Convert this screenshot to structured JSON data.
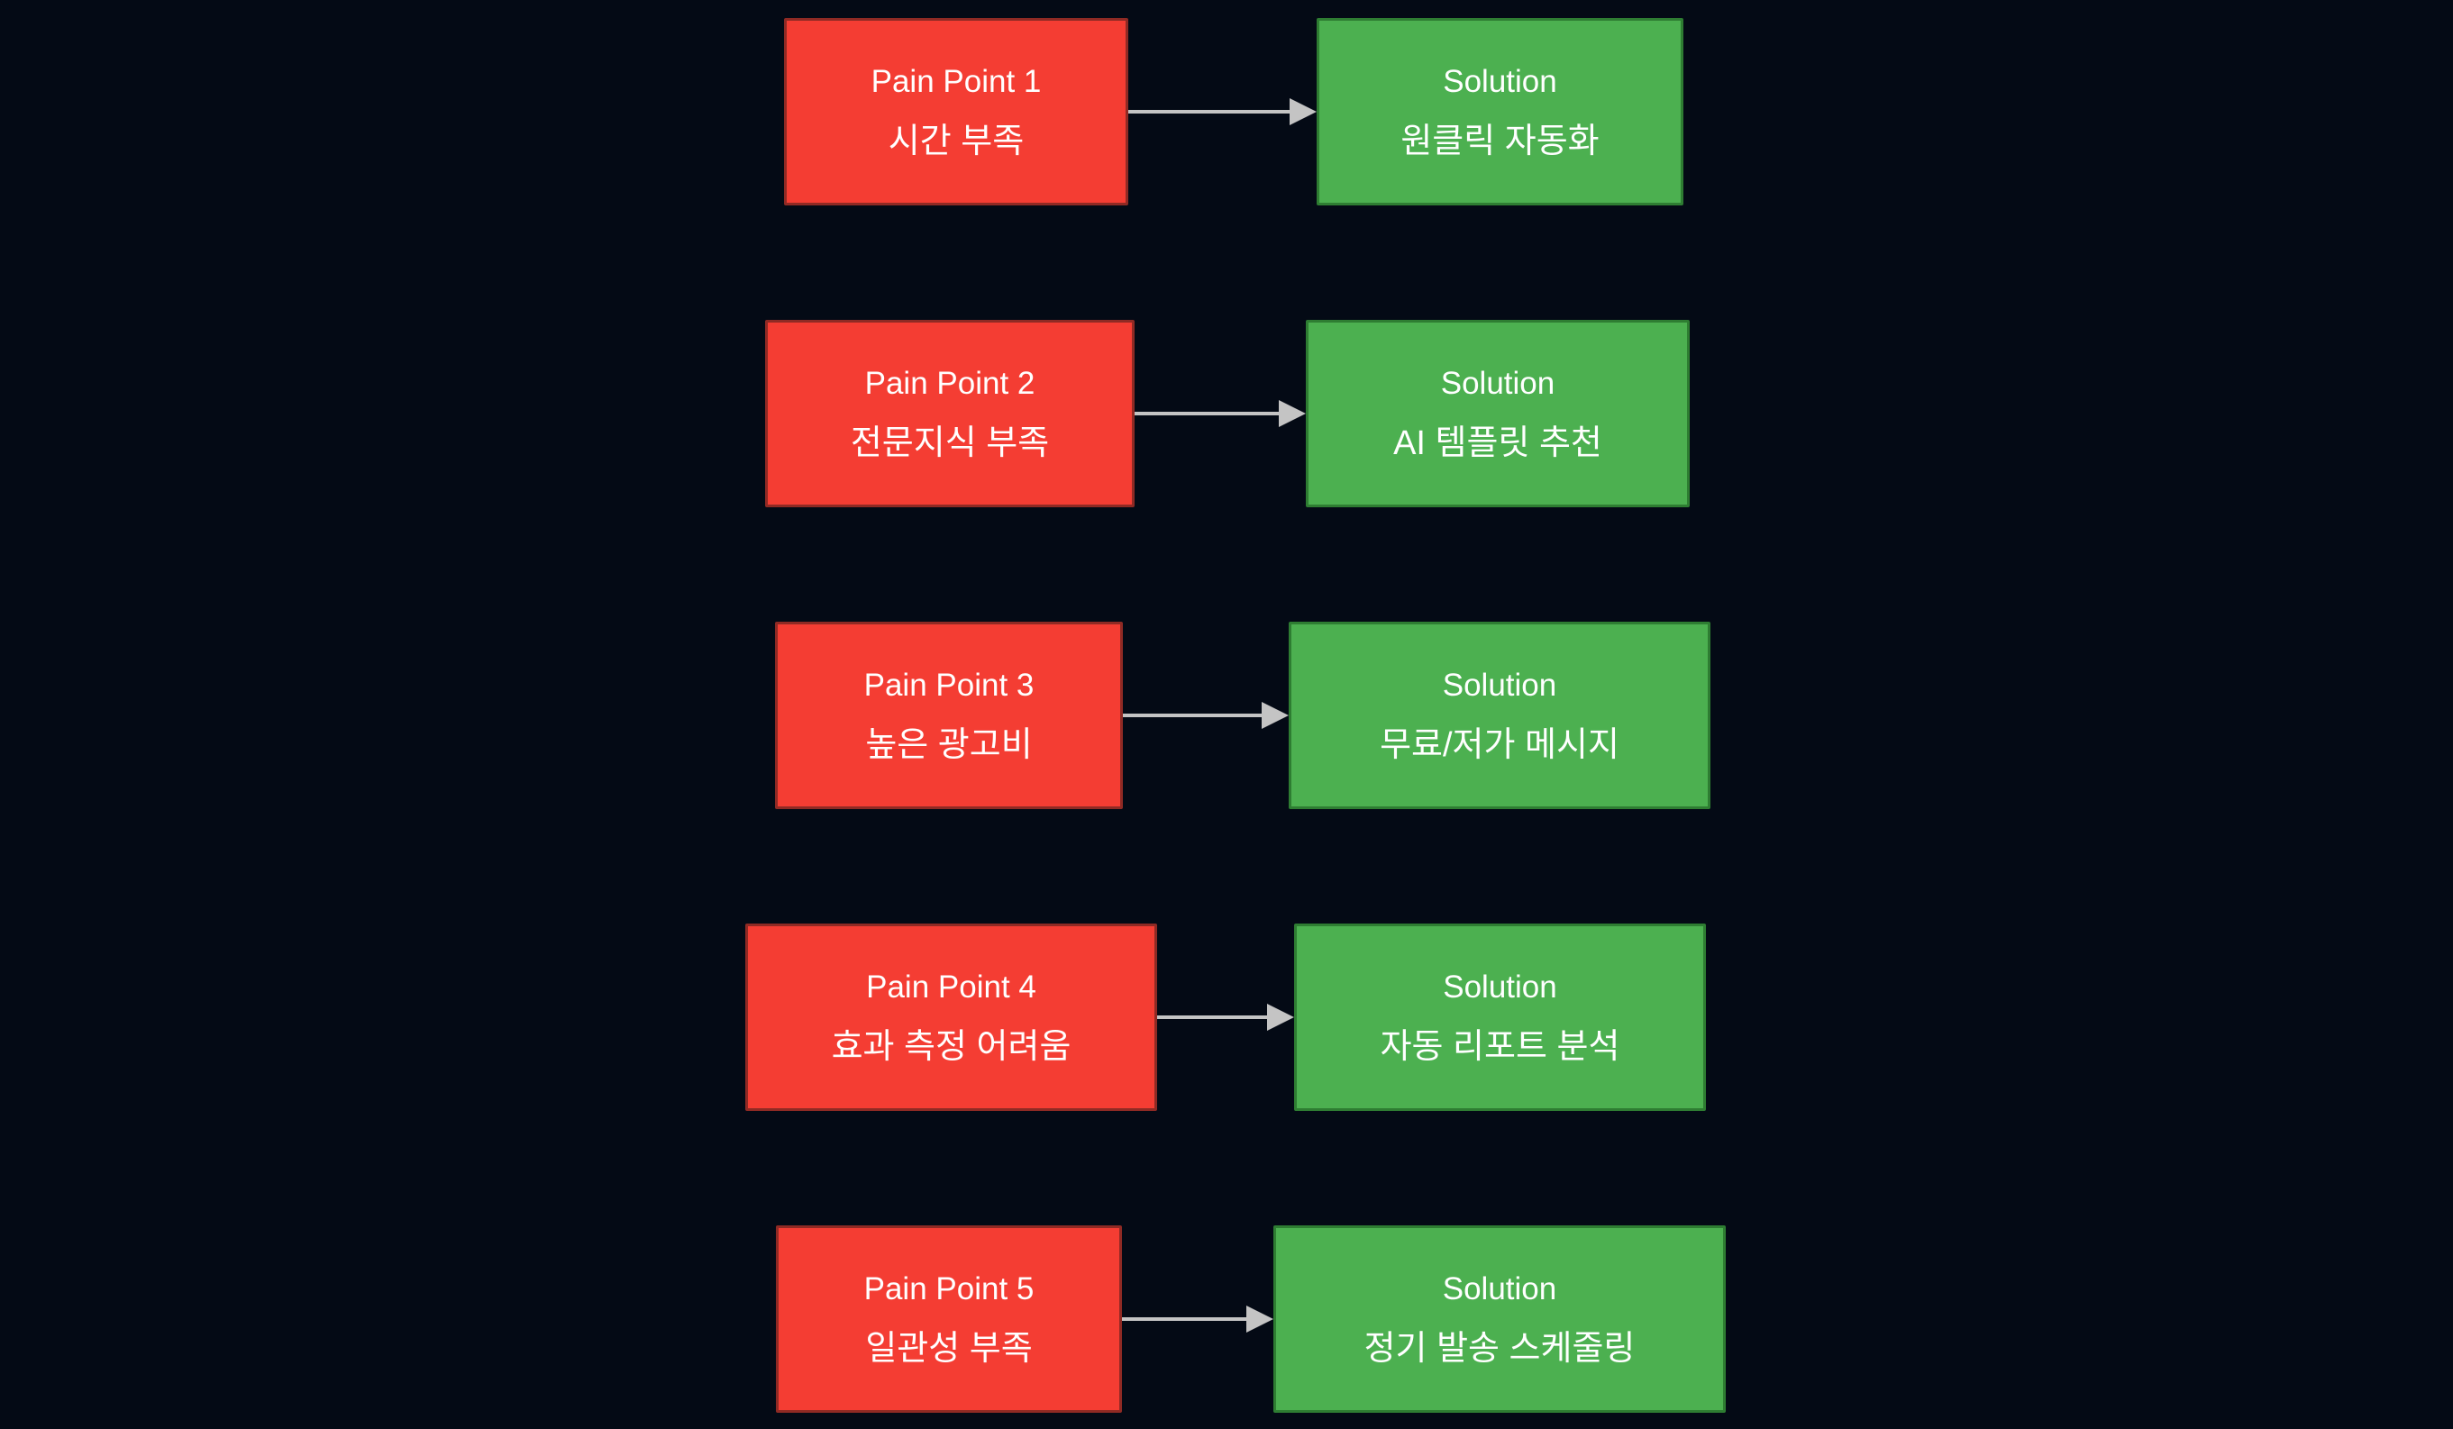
{
  "colors": {
    "background": "#040a15",
    "pain_fill": "#f43d33",
    "pain_border": "#8f2a24",
    "solution_fill": "#4cb050",
    "solution_border": "#2e7d32",
    "arrow": "#c4c4c4",
    "text": "#ffffff"
  },
  "rows": [
    {
      "pain": {
        "title": "Pain Point 1",
        "subtitle": "시간 부족"
      },
      "solution": {
        "title": "Solution",
        "subtitle": "원클릭 자동화"
      }
    },
    {
      "pain": {
        "title": "Pain Point 2",
        "subtitle": "전문지식 부족"
      },
      "solution": {
        "title": "Solution",
        "subtitle": "AI 템플릿 추천"
      }
    },
    {
      "pain": {
        "title": "Pain Point 3",
        "subtitle": "높은 광고비"
      },
      "solution": {
        "title": "Solution",
        "subtitle": "무료/저가 메시지"
      }
    },
    {
      "pain": {
        "title": "Pain Point 4",
        "subtitle": "효과 측정 어려움"
      },
      "solution": {
        "title": "Solution",
        "subtitle": "자동 리포트 분석"
      }
    },
    {
      "pain": {
        "title": "Pain Point 5",
        "subtitle": "일관성 부족"
      },
      "solution": {
        "title": "Solution",
        "subtitle": "정기 발송 스케줄링"
      }
    }
  ]
}
